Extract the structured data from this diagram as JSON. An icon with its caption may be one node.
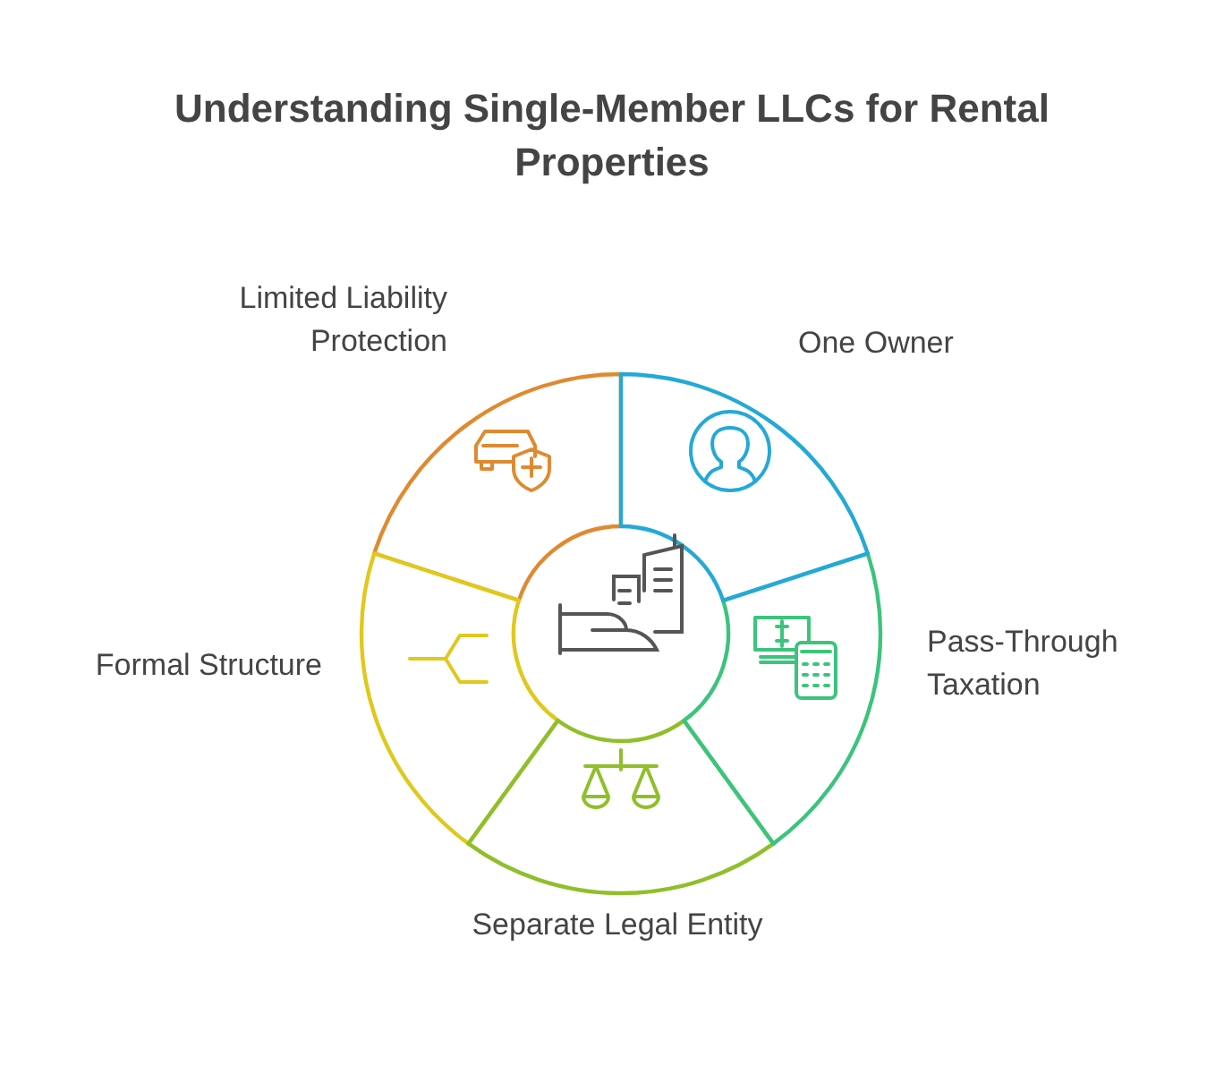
{
  "diagram": {
    "title": "Understanding Single-Member LLCs for Rental Properties",
    "nodes": [
      {
        "text": [
          "Limited Liability Protection"
        ]
      },
      {
        "text": [
          "One Owner"
        ]
      },
      {
        "text": [
          "Pass-Through Taxation"
        ]
      },
      {
        "text": [
          "Formal Structure"
        ]
      },
      {
        "text": [
          "Separate Legal Entity"
        ]
      }
    ]
  }
}
